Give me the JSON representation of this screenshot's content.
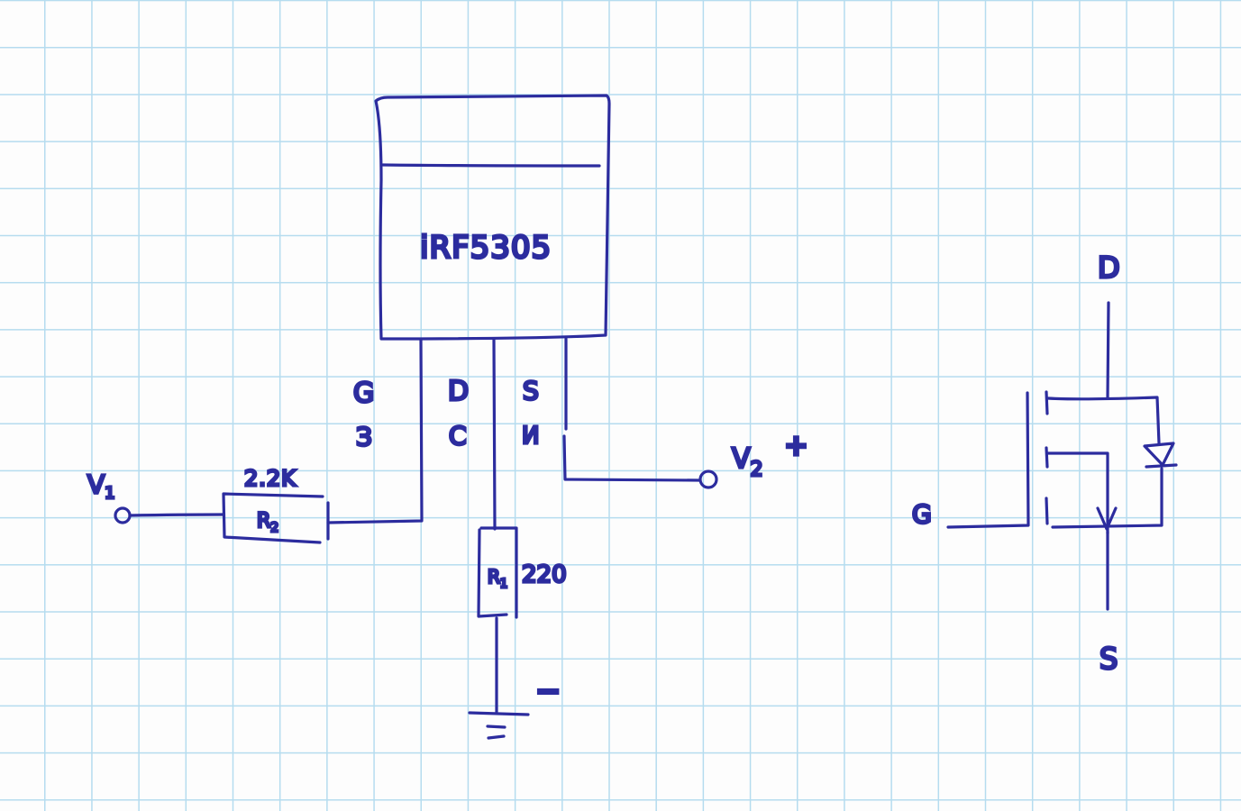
{
  "ink_color": "#2c2c9e",
  "grid_color": "#b5dcef",
  "paper_color": "#fdfdfd",
  "chip": {
    "part_number": "iRF5305",
    "pins": [
      {
        "name": "G",
        "alt": "З"
      },
      {
        "name": "D",
        "alt": "C"
      },
      {
        "name": "S",
        "alt": "И"
      }
    ]
  },
  "circuit": {
    "input_terminal": "V",
    "input_terminal_sub": "1",
    "output_terminal": "V",
    "output_terminal_sub": "2",
    "output_polarity": "+",
    "ground_polarity": "−",
    "gate_resistor": {
      "name": "R",
      "sub": "2",
      "value": "2.2K"
    },
    "drain_resistor": {
      "name": "R",
      "sub": "1",
      "value": "220"
    }
  },
  "symbol": {
    "drain_label": "D",
    "gate_label": "G",
    "source_label": "S"
  }
}
